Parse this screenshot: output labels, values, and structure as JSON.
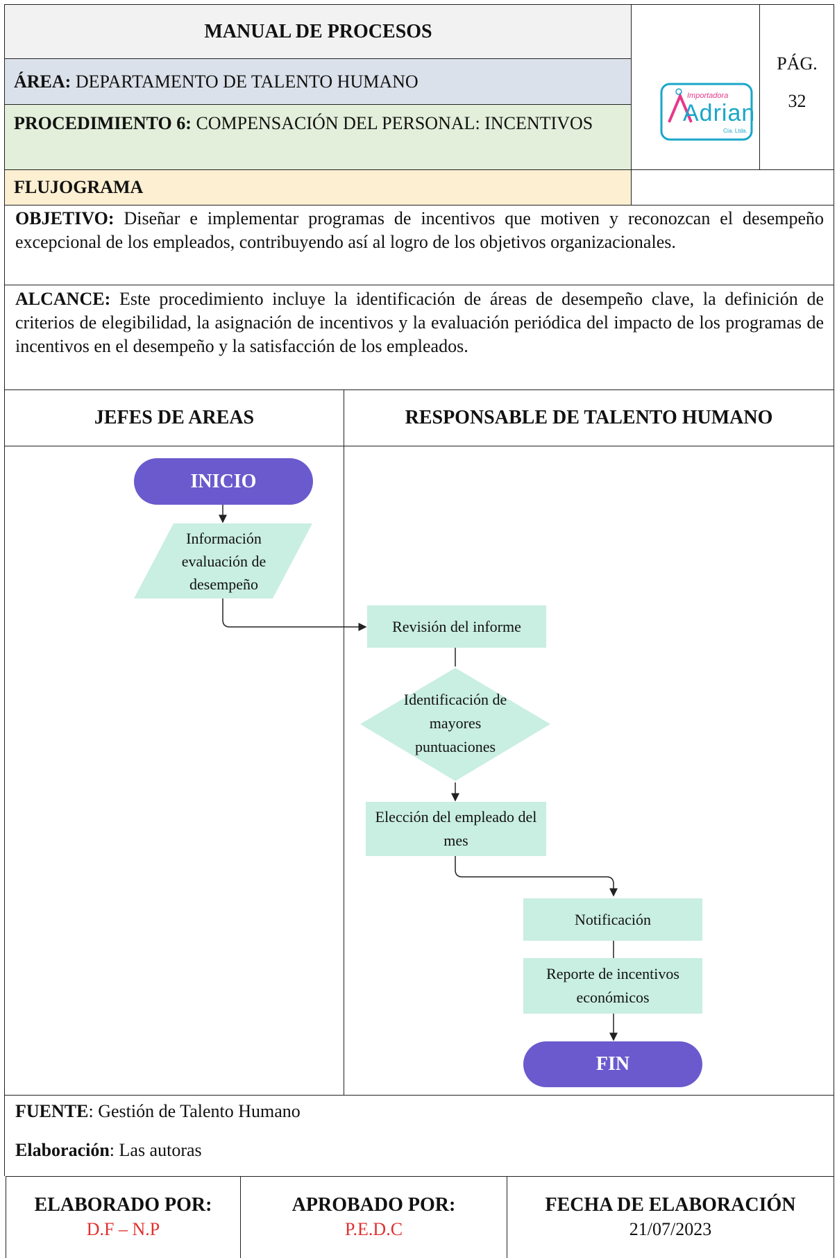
{
  "header": {
    "title": "MANUAL DE PROCESOS",
    "area_label": "ÁREA:",
    "area_value": "DEPARTAMENTO DE TALENTO HUMANO",
    "procedure_label": "PROCEDIMIENTO 6:",
    "procedure_value": "COMPENSACIÓN DEL PERSONAL: INCENTIVOS",
    "flow_label": "FLUJOGRAMA",
    "page_label": "PÁG.",
    "page_number": "32",
    "logo": {
      "top_text": "Importadora",
      "name": "Adrian",
      "suffix": "Cía. Ltda.",
      "color": "#19a6c9",
      "accent": "#e6388a"
    }
  },
  "objective": {
    "label": "OBJETIVO:",
    "text": "Diseñar e implementar programas de incentivos que motiven y reconozcan el desempeño excepcional de los empleados, contribuyendo así al logro de los objetivos organizacionales."
  },
  "scope": {
    "label": "ALCANCE:",
    "text": "Este procedimiento incluye la identificación de áreas de desempeño clave, la definición de criterios de elegibilidad, la asignación de incentivos y la evaluación periódica del impacto de los programas de incentivos en el desempeño y la satisfacción de los empleados."
  },
  "lanes": {
    "left": "JEFES DE AREAS",
    "right": "RESPONSABLE DE TALENTO HUMANO"
  },
  "flow": {
    "start": "INICIO",
    "input": "Información evaluación de desempeño",
    "review": "Revisión del informe",
    "decision": "Identificación de mayores puntuaciones",
    "choice": "Elección del empleado del mes",
    "notify": "Notificación",
    "report": "Reporte de incentivos económicos",
    "end": "FIN",
    "colors": {
      "terminal": "#6a5acd",
      "process": "#c9eee2"
    }
  },
  "source": {
    "label": "FUENTE",
    "text": ": Gestión de Talento Humano"
  },
  "elaboration": {
    "label": "Elaboración",
    "text": ": Las autoras"
  },
  "footer": {
    "made_by_label": "ELABORADO POR:",
    "made_by": "D.F – N.P",
    "approved_by_label": "APROBADO POR:",
    "approved_by": "P.E.D.C",
    "date_label": "FECHA DE ELABORACIÓN",
    "date": "21/07/2023",
    "value_color": "#e03030"
  }
}
